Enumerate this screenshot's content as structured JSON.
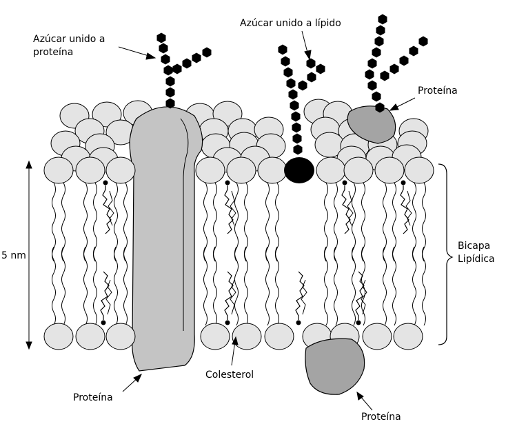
{
  "labels": {
    "sugar_protein": "Azúcar unido a\nproteína",
    "sugar_lipid": "Azúcar unido a lípido",
    "protein_top_right": "Proteína",
    "thickness": "5 nm",
    "bilayer": "Bicapa\nLipídica",
    "cholesterol": "Colesterol",
    "protein_bottom_left": "Proteína",
    "protein_bottom_right": "Proteína"
  },
  "colors": {
    "head_fill": "#e4e4e4",
    "protein_fill": "#c4c4c4",
    "peripheral_protein_fill": "#a4a4a4",
    "glycolipid_head": "#000000",
    "sugar": "#000000",
    "outline": "#000000"
  }
}
